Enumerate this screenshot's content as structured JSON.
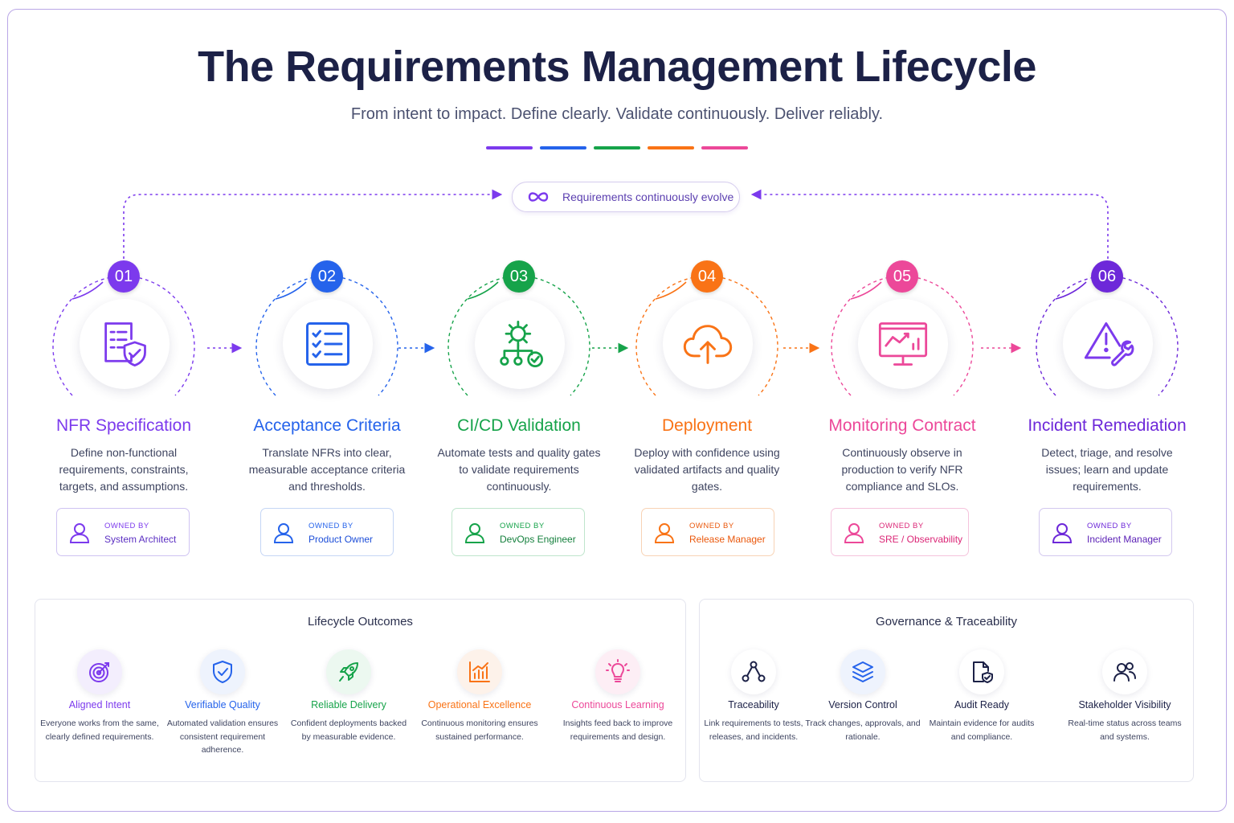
{
  "header": {
    "title": "The Requirements Management Lifecycle",
    "subtitle": "From intent to impact. Define clearly. Validate continuously. Deliver reliably."
  },
  "colors": {
    "purple": "#7c3aed",
    "blue": "#2563eb",
    "green": "#16a34a",
    "orange": "#f97316",
    "pink": "#ec4899",
    "violet": "#6d28d9",
    "navy": "#1c2147"
  },
  "loop": {
    "label": "Requirements continuously evolve",
    "icon": "infinity-icon"
  },
  "stages": [
    {
      "number": "01",
      "name": "NFR Specification",
      "description": "Define non-functional requirements, constraints, targets, and assumptions.",
      "owner_label": "OWNED BY",
      "owner": "System Architect",
      "icon": "document-shield-icon",
      "color": "#7c3aed"
    },
    {
      "number": "02",
      "name": "Acceptance Criteria",
      "description": "Translate NFRs into clear, measurable acceptance criteria and thresholds.",
      "owner_label": "OWNED BY",
      "owner": "Product Owner",
      "icon": "checklist-icon",
      "color": "#2563eb"
    },
    {
      "number": "03",
      "name": "CI/CD Validation",
      "description": "Automate tests and quality gates to validate requirements continuously.",
      "owner_label": "OWNED BY",
      "owner": "DevOps Engineer",
      "icon": "gear-pipeline-icon",
      "color": "#16a34a"
    },
    {
      "number": "04",
      "name": "Deployment",
      "description": "Deploy with confidence using validated artifacts and quality gates.",
      "owner_label": "OWNED BY",
      "owner": "Release Manager",
      "icon": "cloud-upload-icon",
      "color": "#f97316"
    },
    {
      "number": "05",
      "name": "Monitoring Contract",
      "description": "Continuously observe in production to verify NFR compliance and SLOs.",
      "owner_label": "OWNED BY",
      "owner": "SRE / Observability",
      "icon": "monitor-chart-icon",
      "color": "#ec4899"
    },
    {
      "number": "06",
      "name": "Incident Remediation",
      "description": "Detect, triage, and resolve issues; learn and update requirements.",
      "owner_label": "OWNED BY",
      "owner": "Incident Manager",
      "icon": "warning-wrench-icon",
      "color": "#6d28d9"
    }
  ],
  "outcomes": {
    "title": "Lifecycle Outcomes",
    "items": [
      {
        "name": "Aligned Intent",
        "description": "Everyone works from the same, clearly defined requirements.",
        "icon": "target-icon",
        "color": "#7c3aed"
      },
      {
        "name": "Verifiable Quality",
        "description": "Automated validation ensures consistent requirement adherence.",
        "icon": "shield-check-icon",
        "color": "#2563eb"
      },
      {
        "name": "Reliable Delivery",
        "description": "Confident deployments backed by measurable evidence.",
        "icon": "rocket-icon",
        "color": "#16a34a"
      },
      {
        "name": "Operational Excellence",
        "description": "Continuous monitoring ensures sustained performance.",
        "icon": "bar-chart-icon",
        "color": "#f97316"
      },
      {
        "name": "Continuous Learning",
        "description": "Insights feed back to improve requirements and design.",
        "icon": "lightbulb-icon",
        "color": "#ec4899"
      }
    ]
  },
  "governance": {
    "title": "Governance & Traceability",
    "items": [
      {
        "name": "Traceability",
        "description": "Link requirements to tests, releases, and incidents.",
        "icon": "network-nodes-icon",
        "color": "#1c2147"
      },
      {
        "name": "Version Control",
        "description": "Track changes, approvals, and rationale.",
        "icon": "layers-icon",
        "color": "#2563eb"
      },
      {
        "name": "Audit Ready",
        "description": "Maintain evidence for audits and compliance.",
        "icon": "document-shield-icon",
        "color": "#1c2147"
      },
      {
        "name": "Stakeholder Visibility",
        "description": "Real-time status across teams and systems.",
        "icon": "users-icon",
        "color": "#1c2147"
      }
    ]
  }
}
